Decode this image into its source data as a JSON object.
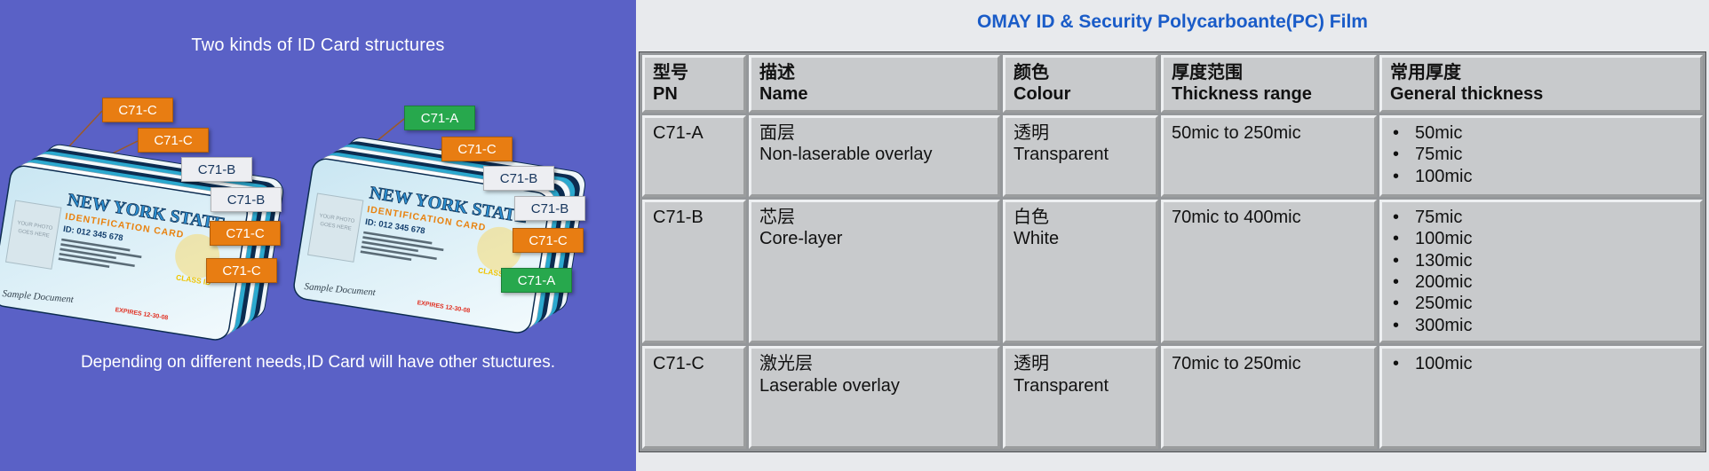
{
  "left": {
    "title": "Two kinds of ID Card structures",
    "footer": "Depending on different needs,ID Card will have other stuctures.",
    "cards": {
      "state": "NEW YORK STATE",
      "doc_title": "IDENTIFICATION CARD",
      "id_number": "ID: 012 345 678",
      "photo_line1": "YOUR PHOTO",
      "photo_line2": "GOES HERE",
      "class_text": "CLASS ID",
      "expires": "EXPIRES 12-30-08",
      "signature": "Sample Document"
    },
    "card1_labels": [
      "C71-C",
      "C71-C",
      "C71-B",
      "C71-B",
      "C71-C",
      "C71-C"
    ],
    "card2_labels": [
      "C71-A",
      "C71-C",
      "C71-B",
      "C71-B",
      "C71-C",
      "C71-A"
    ]
  },
  "right": {
    "title": "OMAY ID & Security Polycarboante(PC) Film",
    "table": {
      "headers": {
        "pn_cn": "型号",
        "pn_en": "PN",
        "name_cn": "描述",
        "name_en": "Name",
        "colour_cn": "颜色",
        "colour_en": "Colour",
        "range_cn": "厚度范围",
        "range_en": "Thickness range",
        "thick_cn": "常用厚度",
        "thick_en": "General thickness"
      },
      "rows": [
        {
          "pn": "C71-A",
          "name_cn": "面层",
          "name_en": "Non-laserable overlay",
          "colour_cn": "透明",
          "colour_en": "Transparent",
          "range": "50mic to 250mic",
          "thicknesses": [
            "50mic",
            "75mic",
            "100mic"
          ]
        },
        {
          "pn": "C71-B",
          "name_cn": "芯层",
          "name_en": "Core-layer",
          "colour_cn": "白色",
          "colour_en": "White",
          "range": "70mic to 400mic",
          "thicknesses": [
            "75mic",
            "100mic",
            "130mic",
            "200mic",
            "250mic",
            "300mic"
          ]
        },
        {
          "pn": "C71-C",
          "name_cn": "激光层",
          "name_en": "Laserable overlay",
          "colour_cn": "透明",
          "colour_en": "Transparent",
          "range": "70mic to 250mic",
          "thicknesses": [
            "100mic"
          ]
        }
      ]
    }
  },
  "colors": {
    "panel_blue": "#5a61c6",
    "label_orange": "#e87d12",
    "label_green": "#27a84d",
    "label_light": "#edeef2",
    "title_blue": "#1a5cc8",
    "cell_gray": "#c8cacc"
  }
}
